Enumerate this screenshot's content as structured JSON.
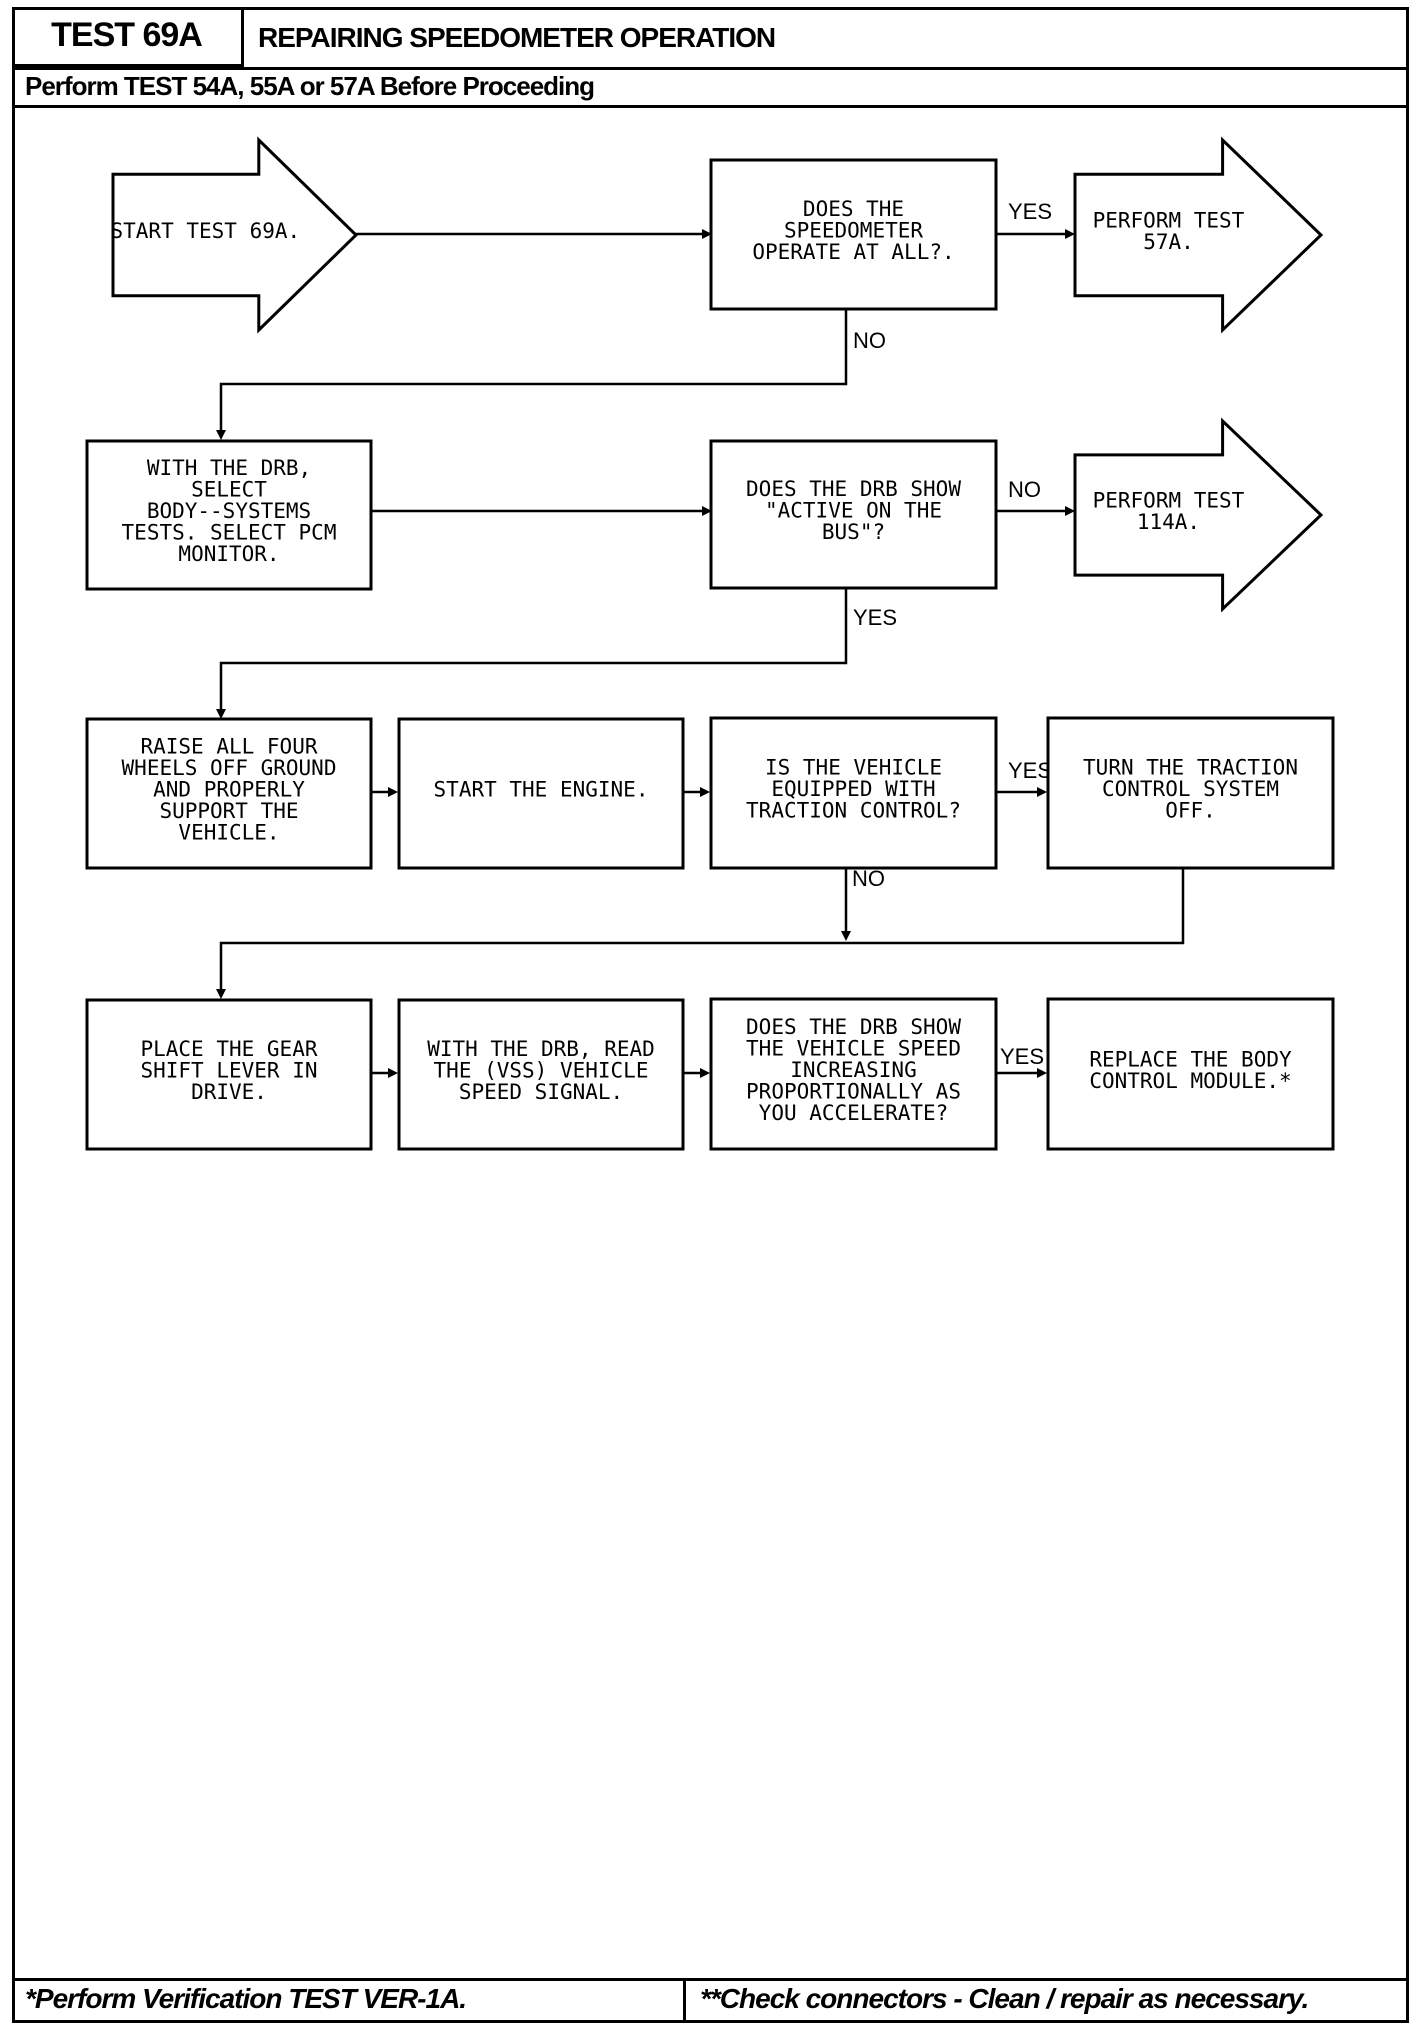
{
  "header": {
    "test_id": "TEST 69A",
    "title": "REPAIRING SPEEDOMETER OPERATION",
    "prerequisite": "Perform TEST 54A, 55A or 57A Before Proceeding"
  },
  "footer": {
    "left_note": "*Perform Verification TEST VER-1A.",
    "right_note": "**Check connectors - Clean / repair as necessary."
  },
  "flowchart": {
    "start": {
      "lines": [
        "START TEST 69A."
      ]
    },
    "q_operate": {
      "lines": [
        "DOES THE",
        "SPEEDOMETER",
        "OPERATE AT ALL?."
      ]
    },
    "perform_57a": {
      "lines": [
        "PERFORM TEST",
        "57A."
      ]
    },
    "drb_monitor": {
      "lines": [
        "WITH THE DRB,",
        "SELECT",
        "BODY--SYSTEMS",
        "TESTS. SELECT PCM",
        "MONITOR."
      ]
    },
    "q_active_bus": {
      "lines": [
        "DOES THE DRB SHOW",
        "\"ACTIVE ON THE",
        "BUS\"?"
      ]
    },
    "perform_114a": {
      "lines": [
        "PERFORM TEST",
        "114A."
      ]
    },
    "raise_wheels": {
      "lines": [
        "RAISE ALL FOUR",
        "WHEELS OFF GROUND",
        "AND PROPERLY",
        "SUPPORT THE",
        "VEHICLE."
      ]
    },
    "start_engine": {
      "lines": [
        "START THE ENGINE."
      ]
    },
    "q_traction": {
      "lines": [
        "IS THE VEHICLE",
        "EQUIPPED WITH",
        "TRACTION CONTROL?"
      ]
    },
    "turn_off_traction": {
      "lines": [
        "TURN THE TRACTION",
        "CONTROL SYSTEM",
        "OFF."
      ]
    },
    "place_gear": {
      "lines": [
        "PLACE THE GEAR",
        "SHIFT LEVER IN",
        "DRIVE."
      ]
    },
    "read_vss": {
      "lines": [
        "WITH THE DRB, READ",
        "THE (VSS) VEHICLE",
        "SPEED SIGNAL."
      ]
    },
    "q_speed_increase": {
      "lines": [
        "DOES THE DRB SHOW",
        "THE VEHICLE SPEED",
        "INCREASING",
        "PROPORTIONALLY AS",
        "YOU ACCELERATE?"
      ]
    },
    "replace_module": {
      "lines": [
        "REPLACE THE BODY",
        "CONTROL MODULE.*"
      ]
    },
    "labels": {
      "yes_operate": "YES",
      "no_operate": "NO",
      "no_bus": "NO",
      "yes_bus": "YES",
      "yes_traction": "YES",
      "no_traction": "NO",
      "yes_speed": "YES"
    }
  }
}
